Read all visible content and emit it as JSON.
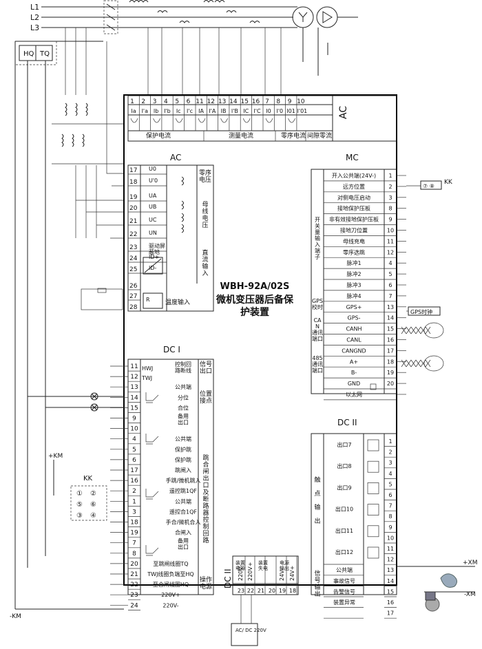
{
  "device": {
    "model": "WBH-92A/02S",
    "name_line1": "微机变压器后备保",
    "name_line2": "护装置"
  },
  "phases": [
    "L1",
    "L2",
    "L3"
  ],
  "hq_tq": [
    "HQ",
    "TQ"
  ],
  "km_plus": "+KM",
  "km_minus": "-KM",
  "xm_plus": "+XM",
  "xm_minus": "-XM",
  "kk_label": "KK",
  "kk_contacts": [
    "①",
    "②",
    "⑤",
    "⑥",
    "③",
    "④"
  ],
  "kk_right": "KK",
  "kk_right_contacts": "⑦ ⑧",
  "ac_top": {
    "label": "AC",
    "nums": [
      "1",
      "2",
      "3",
      "4",
      "5",
      "6",
      "11",
      "12",
      "13",
      "14",
      "15",
      "16",
      "7",
      "8",
      "9",
      "10"
    ],
    "names": [
      "Ia",
      "I'a",
      "Ib",
      "I'b",
      "Ic",
      "I'c",
      "IA",
      "I'A",
      "IB",
      "I'B",
      "IC",
      "I'C",
      "I0",
      "I'0",
      "I01",
      "I'01"
    ],
    "groups": [
      "保护电流",
      "测量电流",
      "零序电流",
      "间隙零流"
    ]
  },
  "ac_left": {
    "label": "AC",
    "rows": [
      {
        "num": "17",
        "name": "U0"
      },
      {
        "num": "18",
        "name": "U'0"
      },
      {
        "num": "19",
        "name": "UA"
      },
      {
        "num": "20",
        "name": "UB"
      },
      {
        "num": "21",
        "name": "UC"
      },
      {
        "num": "22",
        "name": "UN"
      },
      {
        "num": "23",
        "name": "驱动屏\n蔽地"
      },
      {
        "num": "24",
        "name": "ID+"
      },
      {
        "num": "25",
        "name": "ID-"
      },
      {
        "num": "26",
        "name": ""
      },
      {
        "num": "27",
        "name": ""
      },
      {
        "num": "28",
        "name": ""
      }
    ],
    "groups": [
      "零序\n电压",
      "母\n线\n电\n压",
      "直\n流\n输\n入",
      "温度输入"
    ]
  },
  "mc": {
    "label": "MC",
    "rows": [
      {
        "num": "1",
        "name": "开入公共端(24V-)"
      },
      {
        "num": "2",
        "name": "远方位置"
      },
      {
        "num": "3",
        "name": "对侧电压启动"
      },
      {
        "num": "8",
        "name": "接地保护压板"
      },
      {
        "num": "9",
        "name": "非有效接地保护压板"
      },
      {
        "num": "10",
        "name": "接地刀位置"
      },
      {
        "num": "11",
        "name": "母线充电"
      },
      {
        "num": "12",
        "name": "零序选跳"
      },
      {
        "num": "4",
        "name": "脉冲1"
      },
      {
        "num": "5",
        "name": "脉冲2"
      },
      {
        "num": "6",
        "name": "脉冲3"
      },
      {
        "num": "7",
        "name": "脉冲4"
      },
      {
        "num": "13",
        "name": "GPS+"
      },
      {
        "num": "14",
        "name": "GPS-"
      },
      {
        "num": "15",
        "name": "CANH"
      },
      {
        "num": "16",
        "name": "CANL"
      },
      {
        "num": "17",
        "name": "CANGND"
      },
      {
        "num": "18",
        "name": "A+"
      },
      {
        "num": "19",
        "name": "B-"
      },
      {
        "num": "20",
        "name": "GND"
      },
      {
        "num": "",
        "name": "以太网"
      }
    ],
    "side": [
      "开\n关\n量\n输\n入\n端\n子",
      "GPS\n校时",
      "CA\nN\n通讯\n端口",
      "485\n通讯\n端口"
    ],
    "gps_tag": "GPS时钟"
  },
  "dc1": {
    "label": "DC I",
    "rows": [
      {
        "num": "11",
        "name": "控制回\n路断线"
      },
      {
        "num": "12",
        "name": ""
      },
      {
        "num": "13",
        "name": "公共端"
      },
      {
        "num": "14",
        "name": "分位"
      },
      {
        "num": "15",
        "name": "合位"
      },
      {
        "num": "9",
        "name": "备用\n出口"
      },
      {
        "num": "10",
        "name": ""
      },
      {
        "num": "4",
        "name": "公共端"
      },
      {
        "num": "5",
        "name": "保护跳"
      },
      {
        "num": "6",
        "name": "保护跳"
      },
      {
        "num": "17",
        "name": "跳闸入"
      },
      {
        "num": "16",
        "name": "手跳/微机跳入"
      },
      {
        "num": "2",
        "name": "遥控跳1QF"
      },
      {
        "num": "1",
        "name": "公共端"
      },
      {
        "num": "3",
        "name": "遥控合1QF"
      },
      {
        "num": "18",
        "name": "手合/微机合入"
      },
      {
        "num": "19",
        "name": "合闸入"
      },
      {
        "num": "7",
        "name": "备用\n出口"
      },
      {
        "num": "8",
        "name": ""
      },
      {
        "num": "20",
        "name": "至跳闸线圈TQ"
      },
      {
        "num": "21",
        "name": "TWJ线圈负端至HQ"
      },
      {
        "num": "22",
        "name": "至合闸线圈HQ"
      },
      {
        "num": "23",
        "name": "220V+"
      },
      {
        "num": "24",
        "name": "220V-"
      }
    ],
    "groups": [
      "信号\n出口",
      "位置\n接点",
      "跳\n合\n闸\n出\n口\n及\n断\n路\n器\n控\n制\n回\n路",
      "操作\n电源"
    ],
    "hwj": "HWJ",
    "twj": "TWJ"
  },
  "dc2": {
    "label": "DC II",
    "rows": [
      {
        "num": "1",
        "name": "出口7"
      },
      {
        "num": "2",
        "name": ""
      },
      {
        "num": "3",
        "name": "出口8"
      },
      {
        "num": "4",
        "name": ""
      },
      {
        "num": "5",
        "name": "出口9"
      },
      {
        "num": "6",
        "name": ""
      },
      {
        "num": "7",
        "name": "出口10"
      },
      {
        "num": "8",
        "name": ""
      },
      {
        "num": "9",
        "name": "出口11"
      },
      {
        "num": "10",
        "name": ""
      },
      {
        "num": "11",
        "name": "出口12"
      },
      {
        "num": "12",
        "name": ""
      },
      {
        "num": "13",
        "name": "公共端"
      },
      {
        "num": "14",
        "name": "事故信号"
      },
      {
        "num": "15",
        "name": "告警信号"
      },
      {
        "num": "16",
        "name": "装置异常"
      },
      {
        "num": "17",
        "name": ""
      }
    ],
    "side": [
      "触\n\n点\n\n输\n\n出",
      "信\n号\n输\n出"
    ]
  },
  "dc2_bottom": {
    "label": "DC II",
    "groups": [
      "装置\n电源",
      "装置\n失电",
      "电源\n输出"
    ],
    "pins": [
      {
        "num": "23",
        "name": "220V-"
      },
      {
        "num": "22",
        "name": "220V+"
      },
      {
        "num": "21",
        "name": ""
      },
      {
        "num": "20",
        "name": ""
      },
      {
        "num": "19",
        "name": "24V-"
      },
      {
        "num": "18",
        "name": "24V+"
      }
    ],
    "acdc": "AC/\nDC\n220V"
  }
}
